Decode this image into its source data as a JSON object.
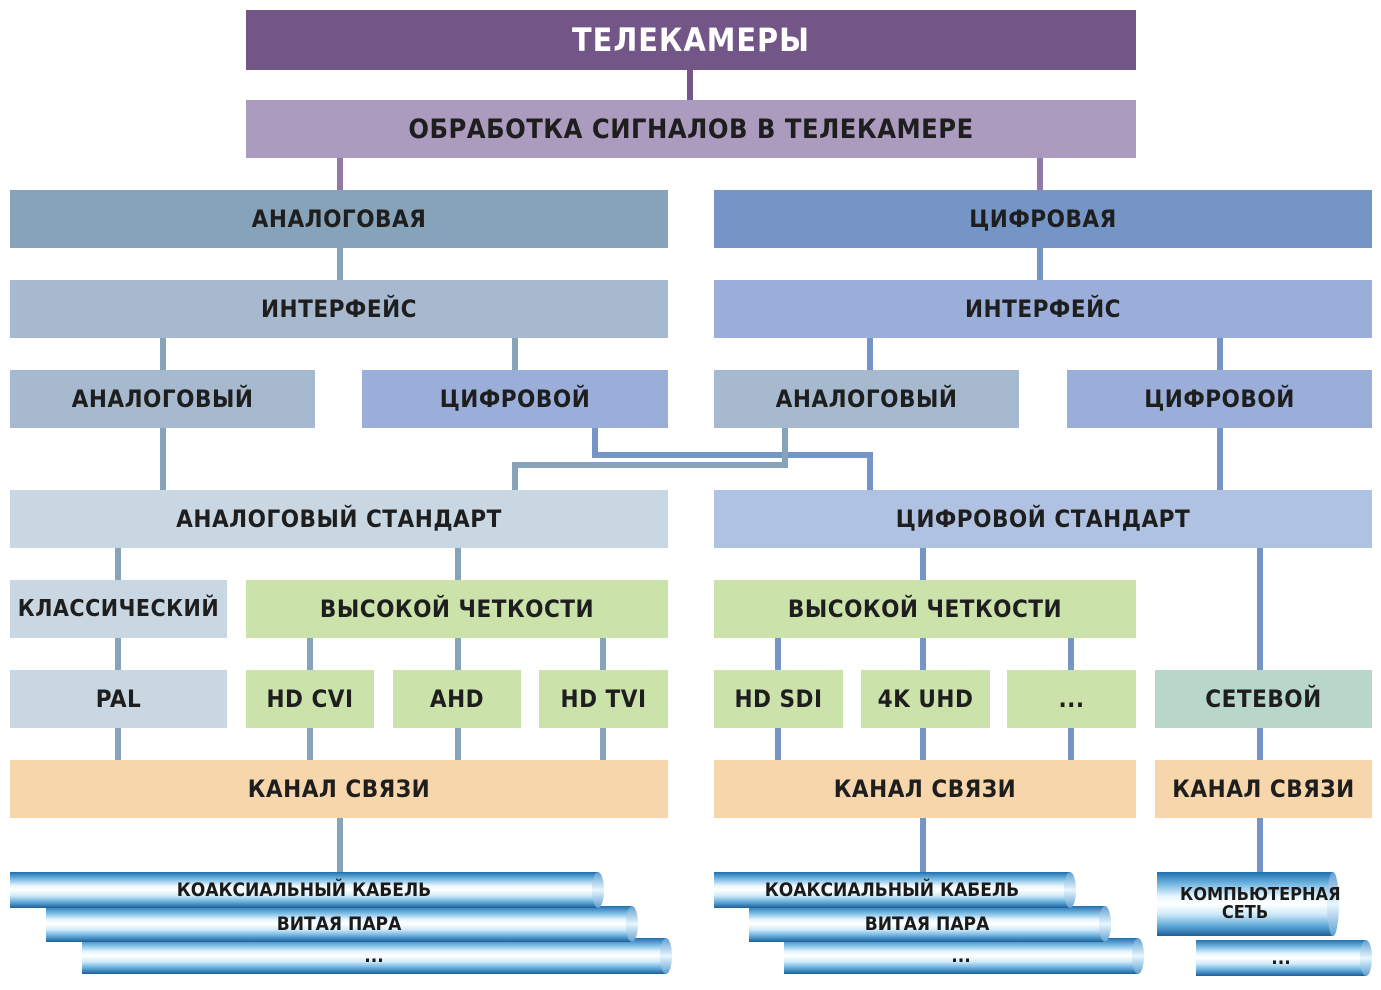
{
  "title": "ТЕЛЕКАМЕРЫ",
  "processing": "ОБРАБОТКА СИГНАЛОВ В ТЕЛЕКАМЕРЕ",
  "analog_branch": {
    "label": "АНАЛОГОВАЯ",
    "interface": "ИНТЕРФЕЙС",
    "iface_analog": "АНАЛОГОВЫЙ",
    "iface_digital": "ЦИФРОВОЙ"
  },
  "digital_branch": {
    "label": "ЦИФРОВАЯ",
    "interface": "ИНТЕРФЕЙС",
    "iface_analog": "АНАЛОГОВЫЙ",
    "iface_digital": "ЦИФРОВОЙ"
  },
  "analog_standard": {
    "label": "АНАЛОГОВЫЙ СТАНДАРТ",
    "classic": "КЛАССИЧЕСКИЙ",
    "hd": "ВЫСОКОЙ ЧЕТКОСТИ",
    "pal": "PAL",
    "hd_cvi": "HD CVI",
    "ahd": "AHD",
    "hd_tvi": "HD TVI",
    "channel": "КАНАЛ СВЯЗИ",
    "media": [
      "КОАКСИАЛЬНЫЙ КАБЕЛЬ",
      "ВИТАЯ ПАРА",
      "..."
    ]
  },
  "digital_standard": {
    "label": "ЦИФРОВОЙ СТАНДАРТ",
    "hd": "ВЫСОКОЙ ЧЕТКОСТИ",
    "hd_sdi": "HD SDI",
    "uhd_4k": "4K UHD",
    "more": "...",
    "network": "СЕТЕВОЙ",
    "channel": "КАНАЛ СВЯЗИ",
    "network_channel": "КАНАЛ СВЯЗИ",
    "media": [
      "КОАКСИАЛЬНЫЙ КАБЕЛЬ",
      "ВИТАЯ ПАРА",
      "..."
    ],
    "network_media": [
      "КОМПЬЮТЕРНАЯ СЕТЬ",
      "..."
    ]
  },
  "colors": {
    "title_bg": "#725688",
    "processing_bg": "#aa9bbf",
    "analog_bg": "#86a3b9",
    "digital_bg": "#7595c7",
    "analog_standard_bg": "#c9d7e3",
    "digital_standard_bg": "#b0c2e2",
    "hd_bg": "#cbe2ab",
    "channel_bg": "#f6d6aa",
    "network_bg": "#b9d6cb"
  }
}
